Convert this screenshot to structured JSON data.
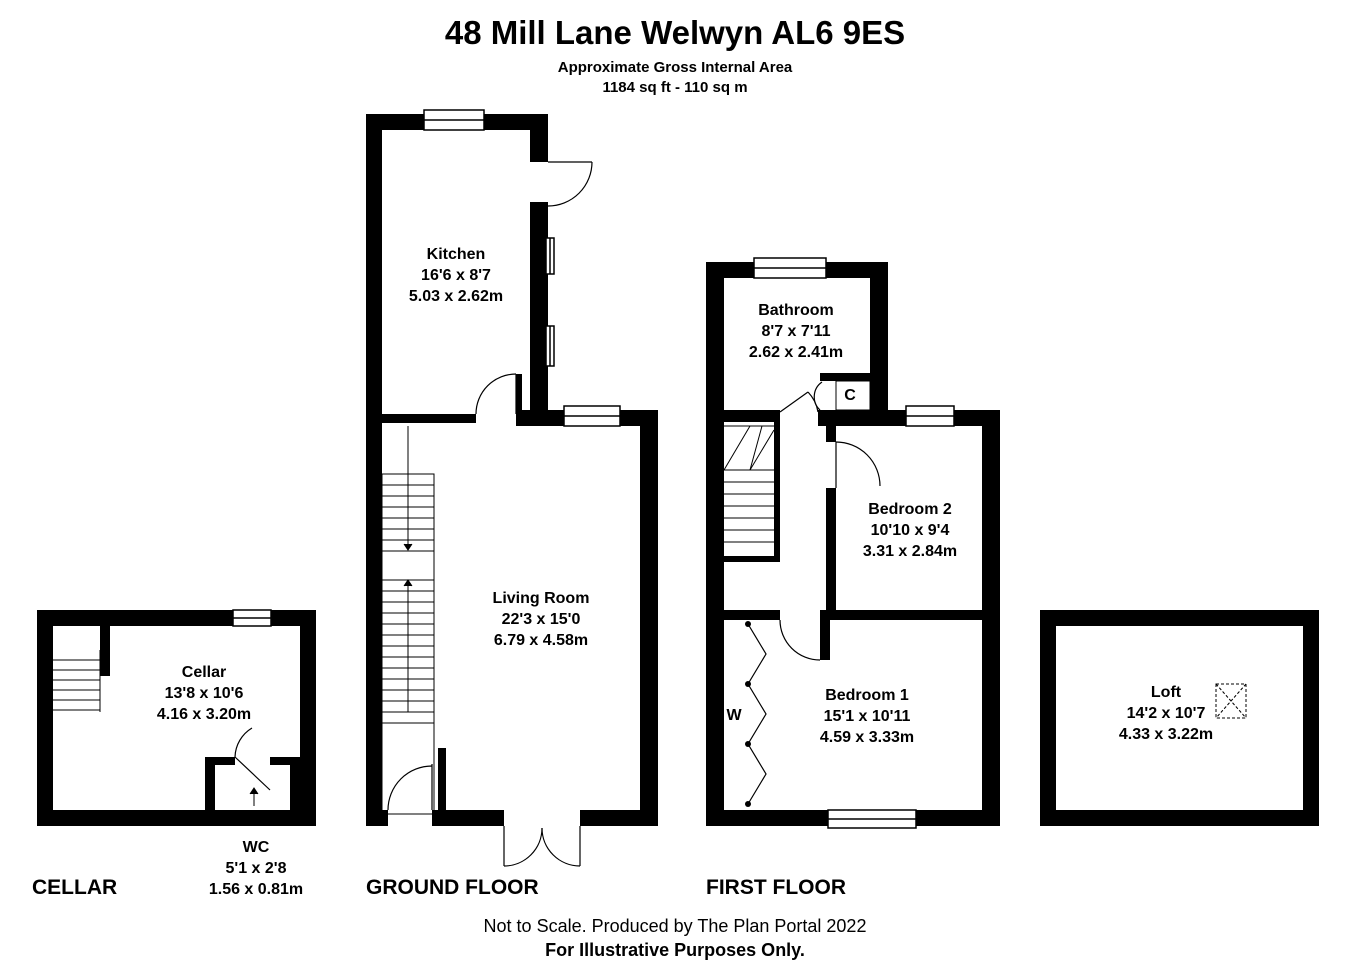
{
  "header": {
    "title": "48 Mill Lane Welwyn AL6 9ES",
    "subtitle": "Approximate Gross Internal Area",
    "area": "1184 sq ft - 110 sq m"
  },
  "floors": {
    "cellar": "CELLAR",
    "ground": "GROUND FLOOR",
    "first": "FIRST FLOOR"
  },
  "rooms": {
    "cellar": {
      "name": "Cellar",
      "imperial": "13'8 x 10'6",
      "metric": "4.16 x 3.20m"
    },
    "wc": {
      "name": "WC",
      "imperial": "5'1 x 2'8",
      "metric": "1.56 x 0.81m"
    },
    "kitchen": {
      "name": "Kitchen",
      "imperial": "16'6 x 8'7",
      "metric": "5.03 x 2.62m"
    },
    "living": {
      "name": "Living Room",
      "imperial": "22'3 x 15'0",
      "metric": "6.79 x 4.58m"
    },
    "bathroom": {
      "name": "Bathroom",
      "imperial": "8'7 x 7'11",
      "metric": "2.62 x 2.41m"
    },
    "bedroom2": {
      "name": "Bedroom 2",
      "imperial": "10'10 x 9'4",
      "metric": "3.31 x 2.84m"
    },
    "bedroom1": {
      "name": "Bedroom 1",
      "imperial": "15'1 x 10'11",
      "metric": "4.59 x 3.33m"
    },
    "loft": {
      "name": "Loft",
      "imperial": "14'2 x 10'7",
      "metric": "4.33 x 3.22m"
    }
  },
  "markers": {
    "cupboard": "C",
    "wardrobe": "W"
  },
  "footer": {
    "line1": "Not to Scale. Produced by The Plan Portal 2022",
    "line2": "For Illustrative Purposes Only."
  }
}
